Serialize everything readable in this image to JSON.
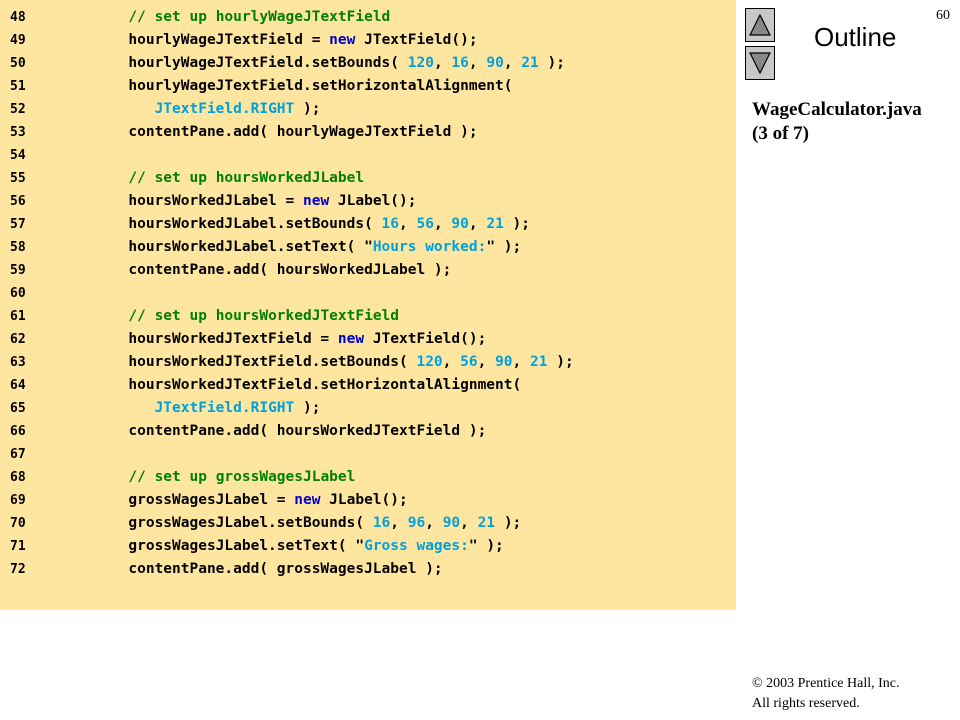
{
  "page_number": "60",
  "outline": {
    "title": "Outline",
    "up_button_icon": "triangle-up-icon",
    "down_button_icon": "triangle-down-icon"
  },
  "file_title": {
    "name": "WageCalculator.java",
    "part": "(3 of 7)"
  },
  "code_lines": [
    {
      "num": "48",
      "tokens": [
        {
          "t": "      "
        },
        {
          "t": "// set up hourlyWageJTextField",
          "c": "cm"
        }
      ]
    },
    {
      "num": "49",
      "tokens": [
        {
          "t": "      hourlyWageJTextField = "
        },
        {
          "t": "new",
          "c": "kw"
        },
        {
          "t": " JTextField();"
        }
      ]
    },
    {
      "num": "50",
      "tokens": [
        {
          "t": "      hourlyWageJTextField.setBounds( "
        },
        {
          "t": "120",
          "c": "num"
        },
        {
          "t": ", "
        },
        {
          "t": "16",
          "c": "num"
        },
        {
          "t": ", "
        },
        {
          "t": "90",
          "c": "num"
        },
        {
          "t": ", "
        },
        {
          "t": "21",
          "c": "num"
        },
        {
          "t": " );"
        }
      ]
    },
    {
      "num": "51",
      "tokens": [
        {
          "t": "      hourlyWageJTextField.setHorizontalAlignment("
        }
      ]
    },
    {
      "num": "52",
      "tokens": [
        {
          "t": "         "
        },
        {
          "t": "JTextField.RIGHT",
          "c": "num"
        },
        {
          "t": " );"
        }
      ]
    },
    {
      "num": "53",
      "tokens": [
        {
          "t": "      contentPane.add( hourlyWageJTextField );"
        }
      ]
    },
    {
      "num": "54",
      "tokens": []
    },
    {
      "num": "55",
      "tokens": [
        {
          "t": "      "
        },
        {
          "t": "// set up hoursWorkedJLabel",
          "c": "cm"
        }
      ]
    },
    {
      "num": "56",
      "tokens": [
        {
          "t": "      hoursWorkedJLabel = "
        },
        {
          "t": "new",
          "c": "kw"
        },
        {
          "t": " JLabel();"
        }
      ]
    },
    {
      "num": "57",
      "tokens": [
        {
          "t": "      hoursWorkedJLabel.setBounds( "
        },
        {
          "t": "16",
          "c": "num"
        },
        {
          "t": ", "
        },
        {
          "t": "56",
          "c": "num"
        },
        {
          "t": ", "
        },
        {
          "t": "90",
          "c": "num"
        },
        {
          "t": ", "
        },
        {
          "t": "21",
          "c": "num"
        },
        {
          "t": " );"
        }
      ]
    },
    {
      "num": "58",
      "tokens": [
        {
          "t": "      hoursWorkedJLabel.setText( \""
        },
        {
          "t": "Hours worked:",
          "c": "str"
        },
        {
          "t": "\" );"
        }
      ]
    },
    {
      "num": "59",
      "tokens": [
        {
          "t": "      contentPane.add( hoursWorkedJLabel );"
        }
      ]
    },
    {
      "num": "60",
      "tokens": []
    },
    {
      "num": "61",
      "tokens": [
        {
          "t": "      "
        },
        {
          "t": "// set up hoursWorkedJTextField",
          "c": "cm"
        }
      ]
    },
    {
      "num": "62",
      "tokens": [
        {
          "t": "      hoursWorkedJTextField = "
        },
        {
          "t": "new",
          "c": "kw"
        },
        {
          "t": " JTextField();"
        }
      ]
    },
    {
      "num": "63",
      "tokens": [
        {
          "t": "      hoursWorkedJTextField.setBounds( "
        },
        {
          "t": "120",
          "c": "num"
        },
        {
          "t": ", "
        },
        {
          "t": "56",
          "c": "num"
        },
        {
          "t": ", "
        },
        {
          "t": "90",
          "c": "num"
        },
        {
          "t": ", "
        },
        {
          "t": "21",
          "c": "num"
        },
        {
          "t": " );"
        }
      ]
    },
    {
      "num": "64",
      "tokens": [
        {
          "t": "      hoursWorkedJTextField.setHorizontalAlignment("
        }
      ]
    },
    {
      "num": "65",
      "tokens": [
        {
          "t": "         "
        },
        {
          "t": "JTextField.RIGHT",
          "c": "num"
        },
        {
          "t": " );"
        }
      ]
    },
    {
      "num": "66",
      "tokens": [
        {
          "t": "      contentPane.add( hoursWorkedJTextField );"
        }
      ]
    },
    {
      "num": "67",
      "tokens": []
    },
    {
      "num": "68",
      "tokens": [
        {
          "t": "      "
        },
        {
          "t": "// set up grossWagesJLabel",
          "c": "cm"
        }
      ]
    },
    {
      "num": "69",
      "tokens": [
        {
          "t": "      grossWagesJLabel = "
        },
        {
          "t": "new",
          "c": "kw"
        },
        {
          "t": " JLabel();"
        }
      ]
    },
    {
      "num": "70",
      "tokens": [
        {
          "t": "      grossWagesJLabel.setBounds( "
        },
        {
          "t": "16",
          "c": "num"
        },
        {
          "t": ", "
        },
        {
          "t": "96",
          "c": "num"
        },
        {
          "t": ", "
        },
        {
          "t": "90",
          "c": "num"
        },
        {
          "t": ", "
        },
        {
          "t": "21",
          "c": "num"
        },
        {
          "t": " );"
        }
      ]
    },
    {
      "num": "71",
      "tokens": [
        {
          "t": "      grossWagesJLabel.setText( \""
        },
        {
          "t": "Gross wages:",
          "c": "str"
        },
        {
          "t": "\" );"
        }
      ]
    },
    {
      "num": "72",
      "tokens": [
        {
          "t": "      contentPane.add( grossWagesJLabel );"
        }
      ]
    }
  ],
  "footer": {
    "copyright": "© 2003 Prentice Hall, Inc.",
    "rights": "All rights reserved."
  },
  "colors": {
    "code_background": "#ffe6a0",
    "comment": "#008000",
    "keyword": "#0000cc",
    "literal": "#00a0dc",
    "nav_button": "#c8c8c8"
  }
}
